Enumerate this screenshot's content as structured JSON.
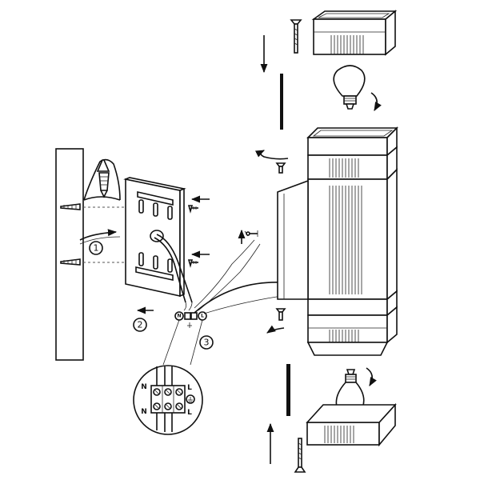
{
  "steps": {
    "step1": "1",
    "step2": "2",
    "step3": "3"
  },
  "terminal_small": {
    "n": "N",
    "l": "L"
  },
  "terminal_detail": {
    "top_left": "N",
    "top_right": "L",
    "bottom_left": "N",
    "bottom_right": "L"
  }
}
